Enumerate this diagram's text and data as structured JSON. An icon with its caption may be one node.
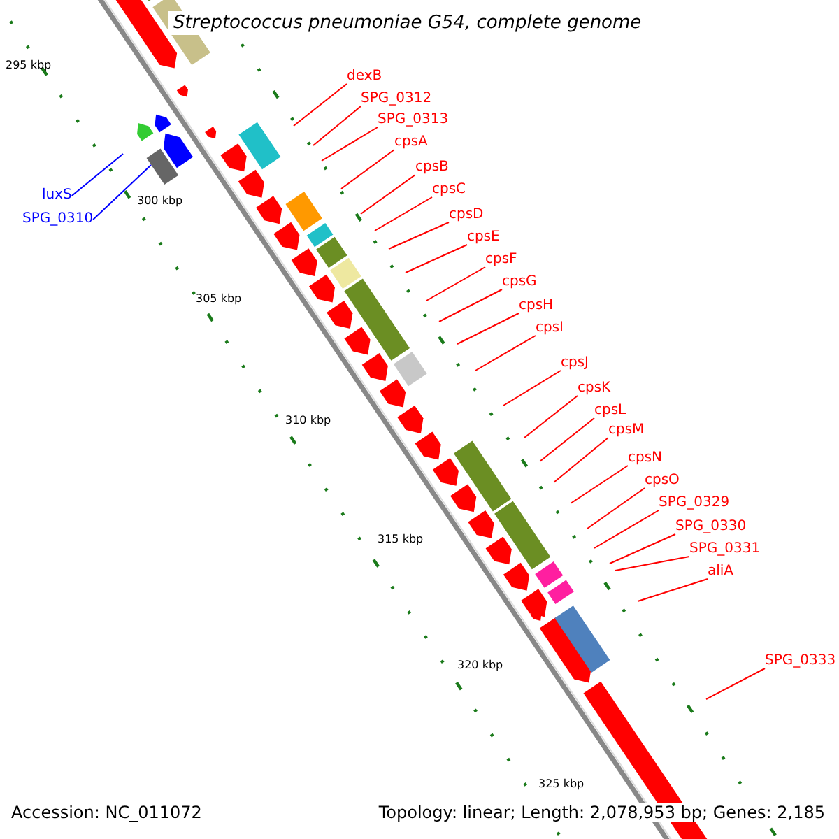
{
  "diagram": {
    "title": "Streptococcus pneumoniae G54, complete genome",
    "nodes": [
      {
        "text": [
          "dexB"
        ]
      },
      {
        "text": [
          "SPG_0312"
        ]
      },
      {
        "text": [
          "SPG_0313"
        ]
      },
      {
        "text": [
          "cpsA"
        ]
      },
      {
        "text": [
          "cpsB"
        ]
      },
      {
        "text": [
          "cpsC"
        ]
      },
      {
        "text": [
          "cpsD"
        ]
      },
      {
        "text": [
          "cpsE"
        ]
      },
      {
        "text": [
          "cpsF"
        ]
      },
      {
        "text": [
          "cpsG"
        ]
      },
      {
        "text": [
          "cpsH"
        ]
      },
      {
        "text": [
          "cpsI"
        ]
      },
      {
        "text": [
          "cpsJ"
        ]
      },
      {
        "text": [
          "cpsK"
        ]
      },
      {
        "text": [
          "cpsL"
        ]
      },
      {
        "text": [
          "cpsM"
        ]
      },
      {
        "text": [
          "cpsN"
        ]
      },
      {
        "text": [
          "cpsO"
        ]
      },
      {
        "text": [
          "SPG_0329"
        ]
      },
      {
        "text": [
          "SPG_0330"
        ]
      },
      {
        "text": [
          "SPG_0331"
        ]
      },
      {
        "text": [
          "aliA"
        ]
      },
      {
        "text": [
          "SPG_0333"
        ]
      },
      {
        "text": [
          "luxS"
        ]
      },
      {
        "text": [
          "SPG_0310"
        ]
      }
    ],
    "edges": [
      {
        "from": 0,
        "to": null,
        "arrow": "none"
      },
      {
        "from": 1,
        "to": null,
        "arrow": "none"
      },
      {
        "from": 2,
        "to": null,
        "arrow": "none"
      },
      {
        "from": 3,
        "to": null,
        "arrow": "none"
      },
      {
        "from": 4,
        "to": null,
        "arrow": "none"
      },
      {
        "from": 5,
        "to": null,
        "arrow": "none"
      },
      {
        "from": 6,
        "to": null,
        "arrow": "none"
      },
      {
        "from": 7,
        "to": null,
        "arrow": "none"
      },
      {
        "from": 8,
        "to": null,
        "arrow": "none"
      },
      {
        "from": 9,
        "to": null,
        "arrow": "none"
      },
      {
        "from": 10,
        "to": null,
        "arrow": "none"
      },
      {
        "from": 11,
        "to": null,
        "arrow": "none"
      },
      {
        "from": 12,
        "to": null,
        "arrow": "none"
      },
      {
        "from": 13,
        "to": null,
        "arrow": "none"
      },
      {
        "from": 14,
        "to": null,
        "arrow": "none"
      },
      {
        "from": 15,
        "to": null,
        "arrow": "none"
      },
      {
        "from": 16,
        "to": null,
        "arrow": "none"
      },
      {
        "from": 17,
        "to": null,
        "arrow": "none"
      },
      {
        "from": 18,
        "to": null,
        "arrow": "none"
      },
      {
        "from": 19,
        "to": null,
        "arrow": "none"
      },
      {
        "from": 20,
        "to": null,
        "arrow": "none"
      },
      {
        "from": 21,
        "to": null,
        "arrow": "none"
      },
      {
        "from": 22,
        "to": null,
        "arrow": "none"
      },
      {
        "from": 23,
        "to": null,
        "arrow": "none",
        "color": "#0000ff"
      },
      {
        "from": 24,
        "to": null,
        "arrow": "none",
        "color": "#0000ff"
      }
    ],
    "labels": [
      "295 kbp",
      "300 kbp",
      "305 kbp",
      "310 kbp",
      "315 kbp",
      "320 kbp",
      "325 kbp",
      "Accession: NC_011072",
      "Topology: linear; Length: 2,078,953 bp; Genes: 2,185"
    ]
  }
}
